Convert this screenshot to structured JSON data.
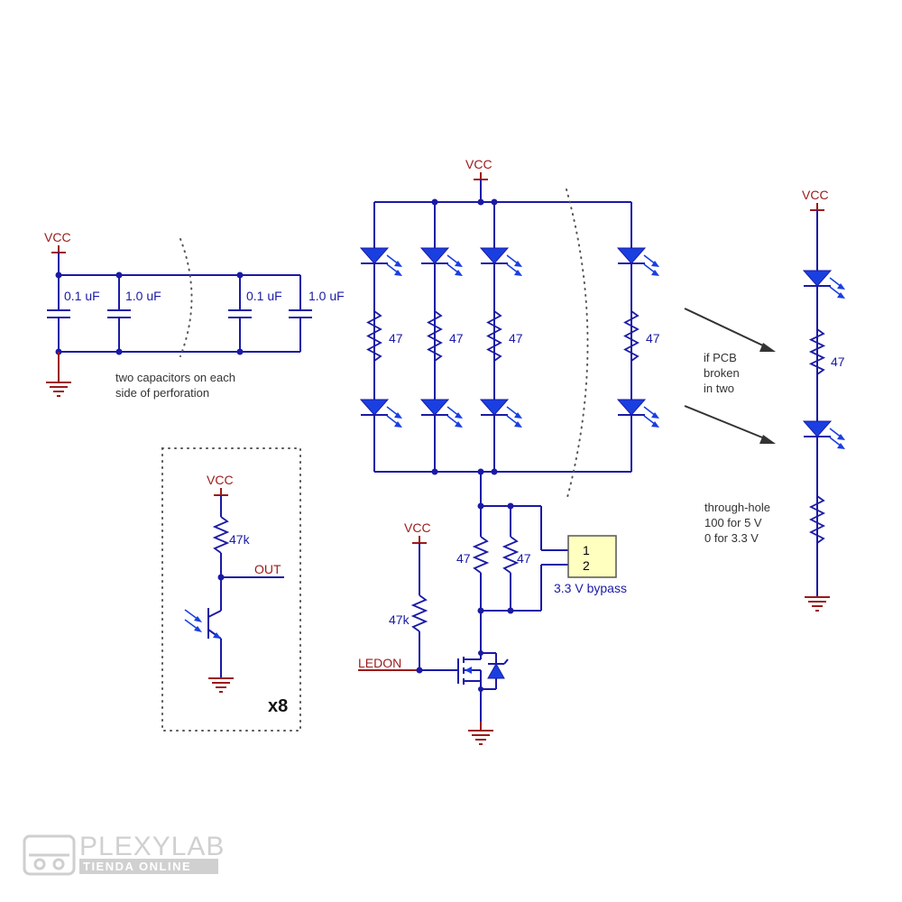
{
  "labels": {
    "vcc": "VCC",
    "c1": "0.1 uF",
    "c2": "1.0 uF",
    "c3": "0.1 uF",
    "c4": "1.0 uF",
    "cap_note_1": "two capacitors on each",
    "cap_note_2": "side of perforation",
    "r_led": "47",
    "r47k": "47k",
    "out": "OUT",
    "x8": "x8",
    "ledon": "LEDON",
    "hdr_pin1": "1",
    "hdr_pin2": "2",
    "bypass": "3.3 V bypass",
    "pcb_note_1": "if PCB",
    "pcb_note_2": "broken",
    "pcb_note_3": "in two",
    "th_note_1": "through-hole",
    "th_note_2": "100 for 5 V",
    "th_note_3": "0 for 3.3 V"
  },
  "watermark": {
    "brand": "PLEXYLAB",
    "sub": "TIENDA ONLINE"
  },
  "colors": {
    "wire": "#1a1aa6",
    "power_label": "#9a1a1a",
    "led_fill": "#1a3fe0",
    "header_fill": "#ffffc0"
  }
}
